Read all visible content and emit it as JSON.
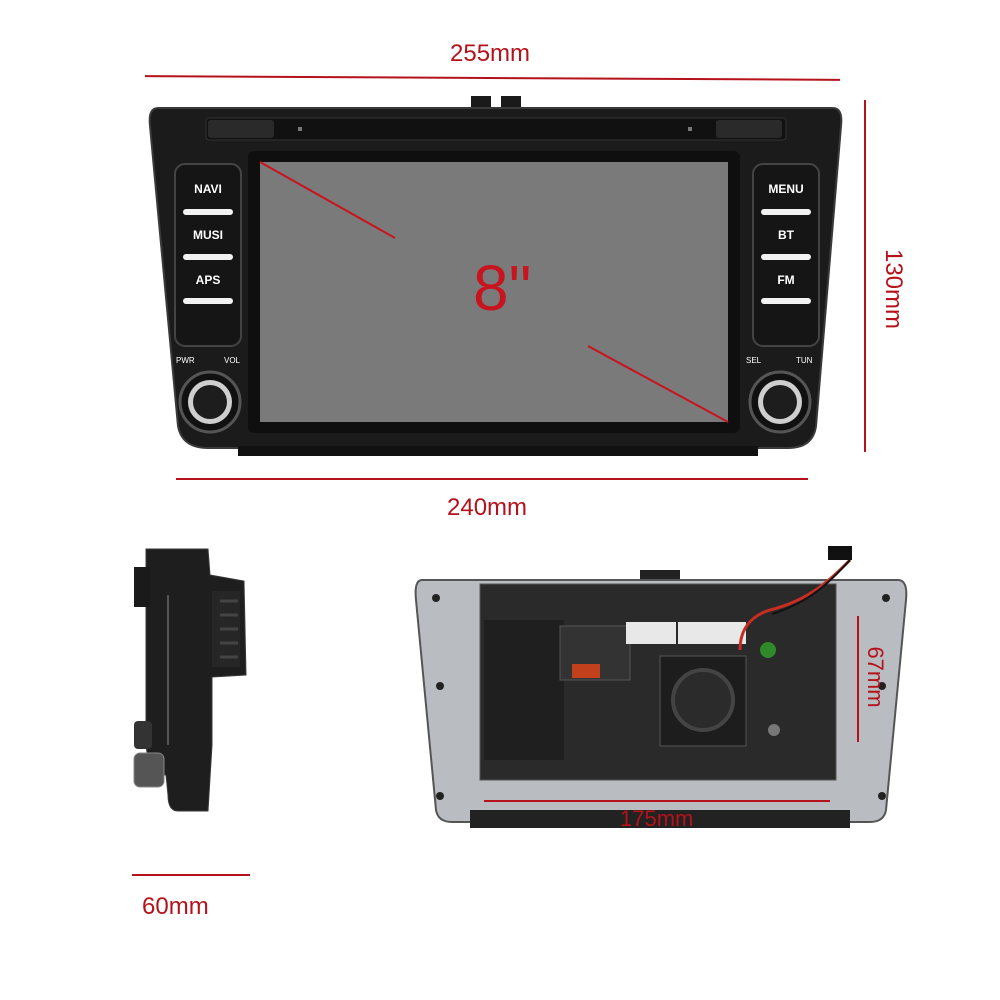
{
  "dimensions": {
    "width": "255mm",
    "height": "130mm",
    "inner_width": "240mm",
    "depth": "60mm",
    "back_width": "175mm",
    "back_height": "67mm"
  },
  "screen": {
    "size_label": "8\""
  },
  "left_buttons": [
    "NAVI",
    "MUSI",
    "APS"
  ],
  "right_buttons": [
    "MENU",
    "BT",
    "FM"
  ],
  "knobs": {
    "left": {
      "labels": [
        "PWR",
        "VOL"
      ]
    },
    "right": {
      "labels": [
        "SEL",
        "TUN"
      ]
    }
  },
  "colors": {
    "dimension": "#b5121b",
    "unit_body": "#1b1b1b",
    "screen": "#7a7a7a"
  }
}
